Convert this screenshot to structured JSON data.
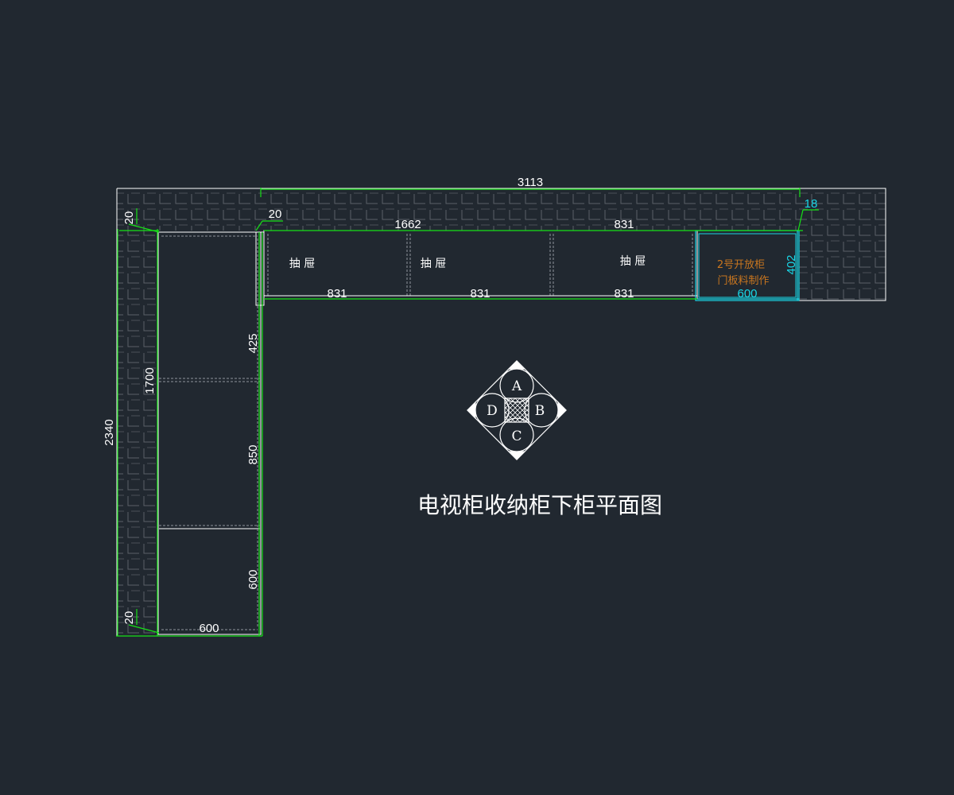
{
  "canvas": {
    "background": "#212830"
  },
  "colors": {
    "outline": "#ffffff",
    "tile": "#5b6168",
    "dim_line": "#16e116",
    "dim_text": "#ffffff",
    "accent_cyan": "#19d6e6",
    "note_text": "#c9761f",
    "dashed": "#8f959b"
  },
  "dimensions": {
    "overall_width": "3113",
    "wall_offset_top": "20",
    "wall_offset_left": "20",
    "wall_offset_bottom": "20",
    "run_top_1662": "1662",
    "run_top_831": "831",
    "panel_18": "18",
    "depth_402": "402",
    "open_width_600": "600",
    "bottom_831_a": "831",
    "bottom_831_b": "831",
    "bottom_831_c": "831",
    "overall_height": "2340",
    "left_run_1700": "1700",
    "seg_425": "425",
    "seg_850": "850",
    "seg_600": "600",
    "bottom_width_600": "600"
  },
  "labels": {
    "drawer_1": "抽 屉",
    "drawer_2": "抽 屉",
    "drawer_3": "抽 屉",
    "open_cabinet_line1": "2号开放柜",
    "open_cabinet_line2": "门板料制作"
  },
  "compass": {
    "a": "A",
    "b": "B",
    "c": "C",
    "d": "D"
  },
  "title": "电视柜收纳柜下柜平面图"
}
